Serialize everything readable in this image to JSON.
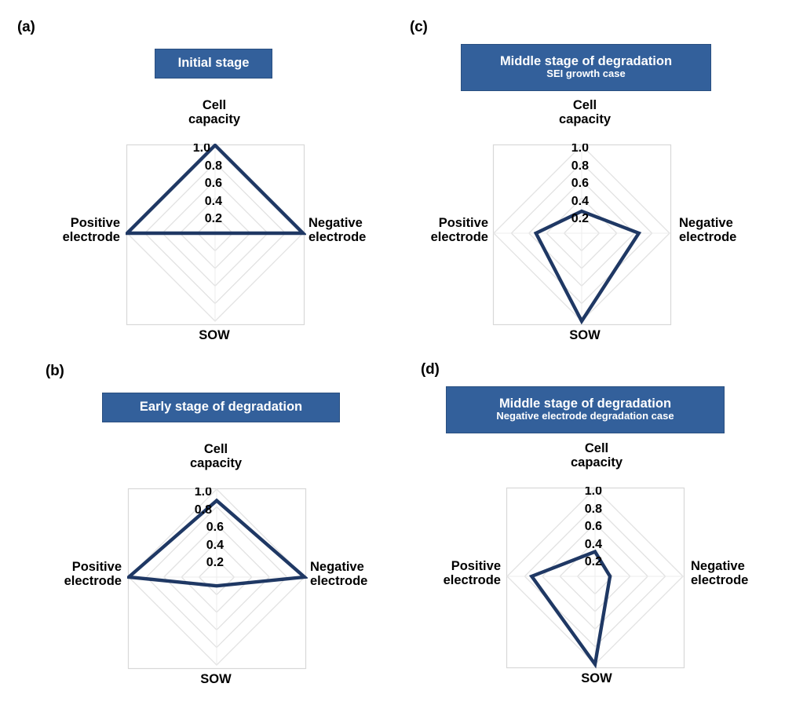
{
  "figure": {
    "background": "#ffffff",
    "banner_fill": "#33609B",
    "banner_border": "#2A4F80",
    "series_color": "#1F3864",
    "grid_color": "#D9D9D9",
    "frame_color": "#D0D0D0"
  },
  "axes": {
    "top": "Cell\ncapacity",
    "right": "Negative\nelectrode",
    "bottom": "SOW",
    "left": "Positive\nelectrode"
  },
  "ticks": [
    "1.0",
    "0.8",
    "0.6",
    "0.4",
    "0.2"
  ],
  "panels": [
    {
      "letter": "(a)",
      "title_main": "Initial stage",
      "title_sub": ""
    },
    {
      "letter": "(b)",
      "title_main": "Early stage of degradation",
      "title_sub": ""
    },
    {
      "letter": "(c)",
      "title_main": "Middle stage of degradation",
      "title_sub": "SEI growth case"
    },
    {
      "letter": "(d)",
      "title_main": "Middle stage of degradation",
      "title_sub": "Negative electrode degradation case"
    }
  ],
  "chart_data": [
    {
      "type": "radar",
      "panel": "(a)",
      "title": "Initial stage",
      "categories": [
        "Cell capacity",
        "Negative electrode",
        "SOW",
        "Positive electrode"
      ],
      "values": [
        1.0,
        1.0,
        0.0,
        1.0
      ],
      "rlim": [
        0,
        1.0
      ],
      "rticks": [
        0.2,
        0.4,
        0.6,
        0.8,
        1.0
      ],
      "grid": true,
      "legend": "none",
      "line_color": "#1F3864",
      "fill": "none"
    },
    {
      "type": "radar",
      "panel": "(b)",
      "title": "Early stage of degradation",
      "categories": [
        "Cell capacity",
        "Negative electrode",
        "SOW",
        "Positive electrode"
      ],
      "values": [
        0.87,
        1.0,
        0.1,
        1.0
      ],
      "rlim": [
        0,
        1.0
      ],
      "rticks": [
        0.2,
        0.4,
        0.6,
        0.8,
        1.0
      ],
      "grid": true,
      "legend": "none",
      "line_color": "#1F3864",
      "fill": "none"
    },
    {
      "type": "radar",
      "panel": "(c)",
      "title": "Middle stage of degradation — SEI growth case",
      "categories": [
        "Cell capacity",
        "Negative electrode",
        "SOW",
        "Positive electrode"
      ],
      "values": [
        0.25,
        0.65,
        1.0,
        0.52
      ],
      "rlim": [
        0,
        1.0
      ],
      "rticks": [
        0.2,
        0.4,
        0.6,
        0.8,
        1.0
      ],
      "grid": true,
      "legend": "none",
      "line_color": "#1F3864",
      "fill": "none"
    },
    {
      "type": "radar",
      "panel": "(d)",
      "title": "Middle stage of degradation — Negative electrode degradation case",
      "categories": [
        "Cell capacity",
        "Negative electrode",
        "SOW",
        "Positive electrode"
      ],
      "values": [
        0.28,
        0.17,
        1.0,
        0.72
      ],
      "rlim": [
        0,
        1.0
      ],
      "rticks": [
        0.2,
        0.4,
        0.6,
        0.8,
        1.0
      ],
      "grid": true,
      "legend": "none",
      "line_color": "#1F3864",
      "fill": "none"
    }
  ]
}
